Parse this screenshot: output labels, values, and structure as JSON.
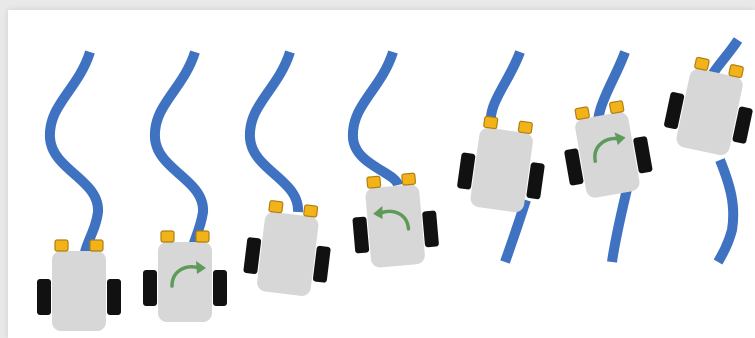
{
  "figure": {
    "colors": {
      "line": "#3f72c0",
      "robot_body": "#d7d7d7",
      "wheel": "#111111",
      "sensor": "#f2b21a",
      "sensor_stroke": "#b0800f",
      "arrow": "#5e9a5a"
    },
    "frames": [
      {
        "name": "frame-1-straight",
        "turn": "none"
      },
      {
        "name": "frame-2-turn-right",
        "turn": "right"
      },
      {
        "name": "frame-3-straight",
        "turn": "none"
      },
      {
        "name": "frame-4-turn-left",
        "turn": "left"
      },
      {
        "name": "frame-5-straight",
        "turn": "none"
      },
      {
        "name": "frame-6-turn-right",
        "turn": "right"
      },
      {
        "name": "frame-7-straight",
        "turn": "none"
      }
    ]
  }
}
